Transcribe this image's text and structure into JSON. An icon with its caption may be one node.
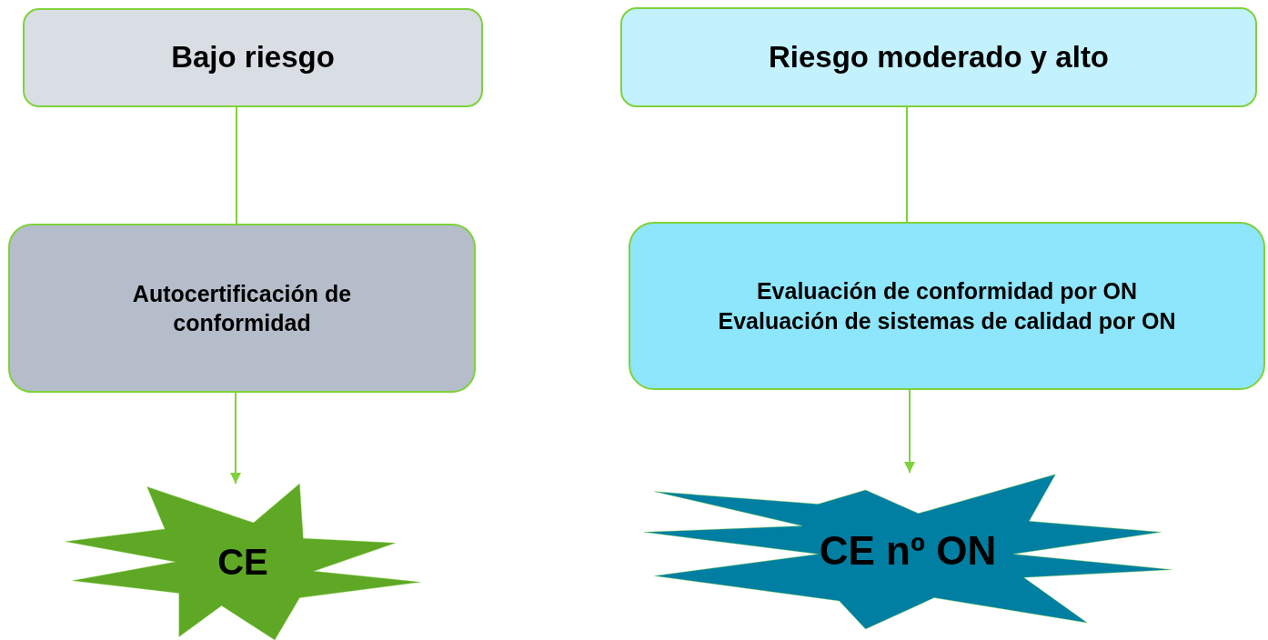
{
  "diagram": {
    "nodes": [
      {
        "text": [
          "Bajo riesgo"
        ]
      },
      {
        "text": [
          "Riesgo moderado y alto"
        ]
      },
      {
        "text": [
          "Autocertificación de conformidad"
        ]
      },
      {
        "text": [
          "Evaluación de conformidad por ON",
          "Evaluación de sistemas de calidad por ON"
        ]
      },
      {
        "text": [
          "CE"
        ]
      },
      {
        "text": [
          "CE nº ON"
        ]
      }
    ],
    "edges": [
      {
        "from": 0,
        "to": 2,
        "arrow": "none"
      },
      {
        "from": 2,
        "to": 4,
        "arrow": "to"
      },
      {
        "from": 1,
        "to": 3,
        "arrow": "none"
      },
      {
        "from": 3,
        "to": 5,
        "arrow": "to"
      }
    ]
  }
}
